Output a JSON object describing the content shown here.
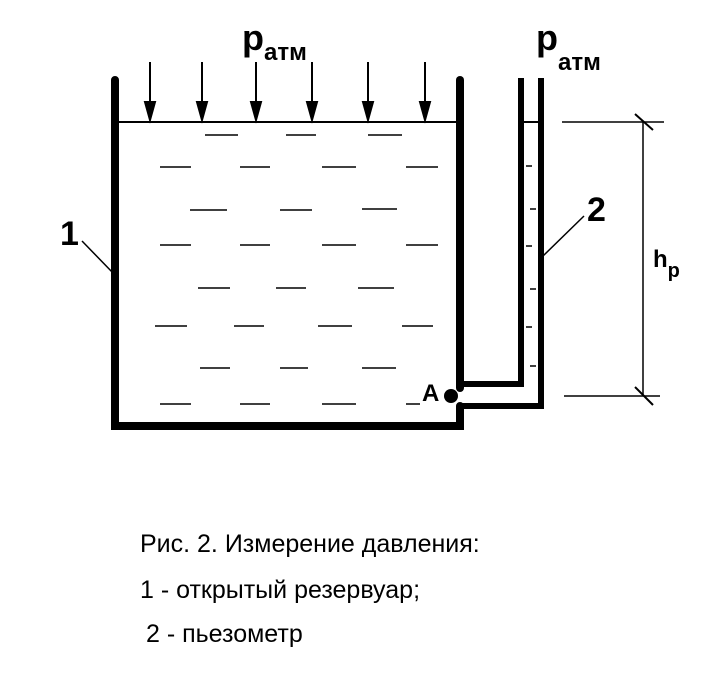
{
  "diagram": {
    "top_label": {
      "main": "p",
      "sub": "атм"
    },
    "tube_label": {
      "main": "p",
      "sub": "атм"
    },
    "vessel_number": "1",
    "tube_number": "2",
    "height_label": {
      "main": "h",
      "sub": "р"
    },
    "point_label": "A"
  },
  "caption": {
    "title": "Рис. 2. Измерение давления:",
    "item1": "1 - открытый резервуар;",
    "item2": "2 - пьезометр"
  }
}
